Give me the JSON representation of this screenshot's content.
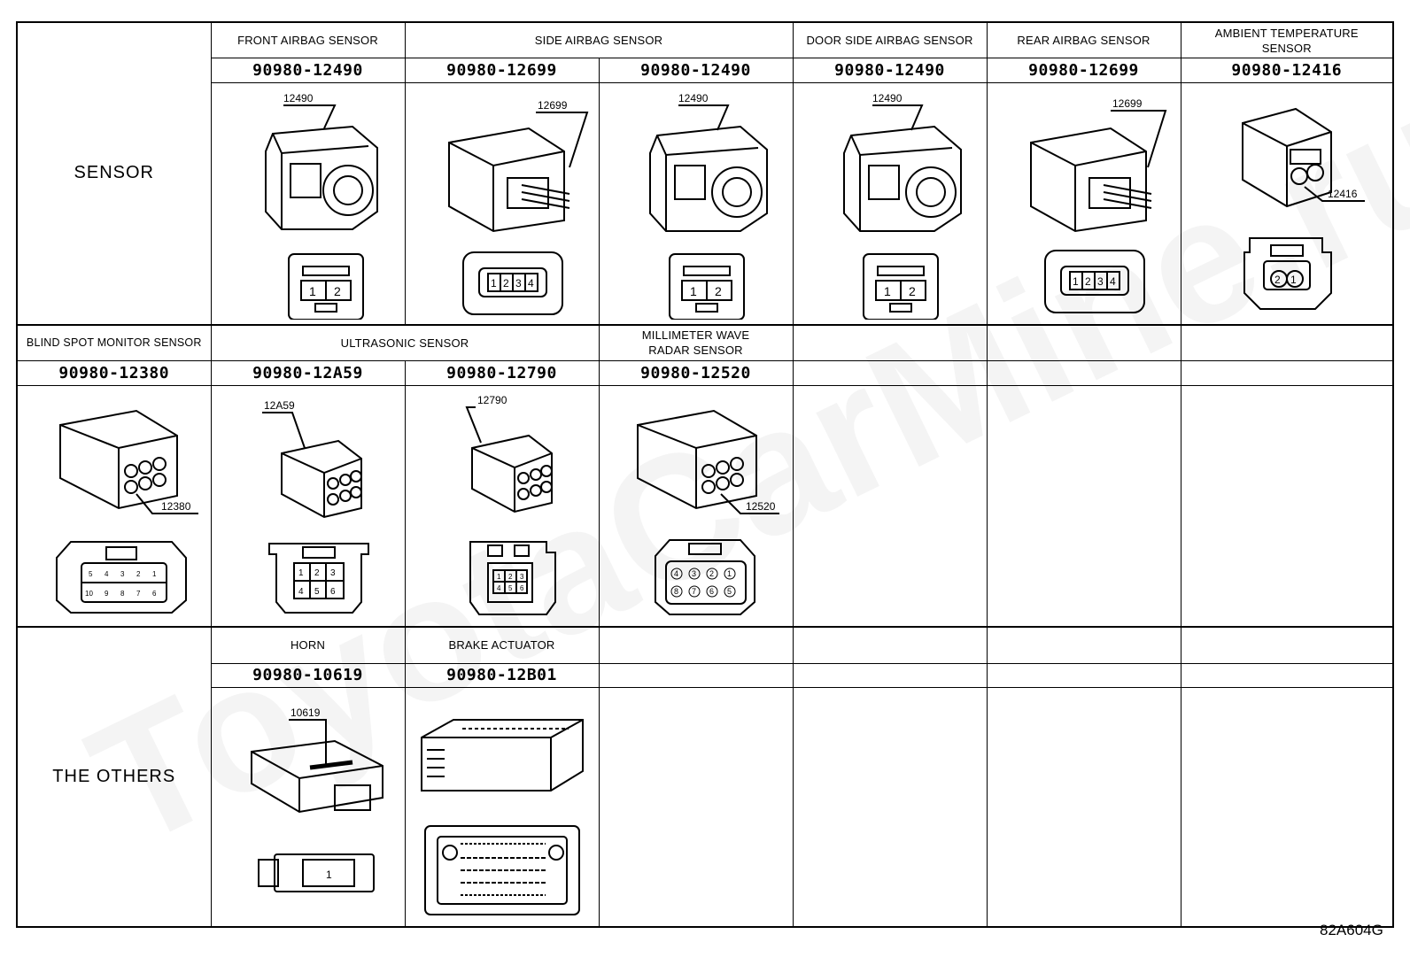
{
  "sections": {
    "sensor": "SENSOR",
    "others": "THE OTHERS"
  },
  "row1": {
    "headers": [
      "FRONT AIRBAG SENSOR",
      "SIDE AIRBAG SENSOR",
      "DOOR SIDE AIRBAG SENSOR",
      "REAR AIRBAG SENSOR",
      "AMBIENT TEMPERATURE SENSOR"
    ],
    "part_numbers": [
      "90980-12490",
      "90980-12699",
      "90980-12490",
      "90980-12490",
      "90980-12699",
      "90980-12416"
    ],
    "callouts": [
      "12490",
      "12699",
      "12490",
      "12490",
      "12699",
      "12416"
    ]
  },
  "row2": {
    "headers": [
      "BLIND SPOT MONITOR SENSOR",
      "ULTRASONIC SENSOR",
      "MILLIMETER WAVE RADAR SENSOR"
    ],
    "part_numbers": [
      "90980-12380",
      "90980-12A59",
      "90980-12790",
      "90980-12520"
    ],
    "callouts": [
      "12380",
      "12A59",
      "12790",
      "12520"
    ]
  },
  "row3": {
    "headers": [
      "HORN",
      "BRAKE ACTUATOR"
    ],
    "part_numbers": [
      "90980-10619",
      "90980-12B01"
    ],
    "callouts": [
      "10619"
    ]
  },
  "pins": {
    "two": [
      "1",
      "2"
    ],
    "four": [
      "1",
      "2",
      "3",
      "4"
    ],
    "two_rev": [
      "2",
      "1"
    ],
    "six_top": [
      "1",
      "2",
      "3"
    ],
    "six_bottom": [
      "4",
      "5",
      "6"
    ],
    "ten_top": [
      "5",
      "4",
      "3",
      "2",
      "1"
    ],
    "ten_bottom": [
      "10",
      "9",
      "8",
      "7",
      "6"
    ],
    "eight_top": [
      "4",
      "3",
      "2",
      "1"
    ],
    "eight_bottom": [
      "8",
      "7",
      "6",
      "5"
    ],
    "horn": [
      "1"
    ]
  },
  "watermark": "ToyotaCarMine.ru",
  "figure_code": "82A604G"
}
